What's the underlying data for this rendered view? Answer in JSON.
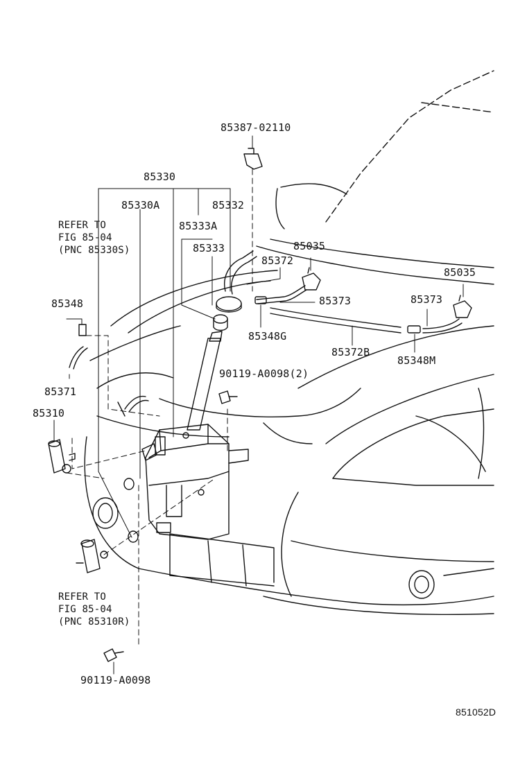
{
  "labels": {
    "p85387_02110": "85387-02110",
    "p85330": "85330",
    "p85330A": "85330A",
    "p85332": "85332",
    "p85333A": "85333A",
    "p85333": "85333",
    "p85035_left": "85035",
    "p85035_right": "85035",
    "p85372": "85372",
    "p85373_left": "85373",
    "p85373_right": "85373",
    "p85348": "85348",
    "p85348G": "85348G",
    "p85372B": "85372B",
    "p85348M": "85348M",
    "p90119_A0098_2": "90119-A0098(2)",
    "p85371": "85371",
    "p85310": "85310",
    "p90119_A0098": "90119-A0098"
  },
  "refer_top": {
    "line1": "REFER TO",
    "line2": "FIG 85-04",
    "line3": "(PNC 85330S)"
  },
  "refer_bottom": {
    "line1": "REFER TO",
    "line2": "FIG 85-04",
    "line3": "(PNC 85310R)"
  },
  "illustration_code": "851052D"
}
